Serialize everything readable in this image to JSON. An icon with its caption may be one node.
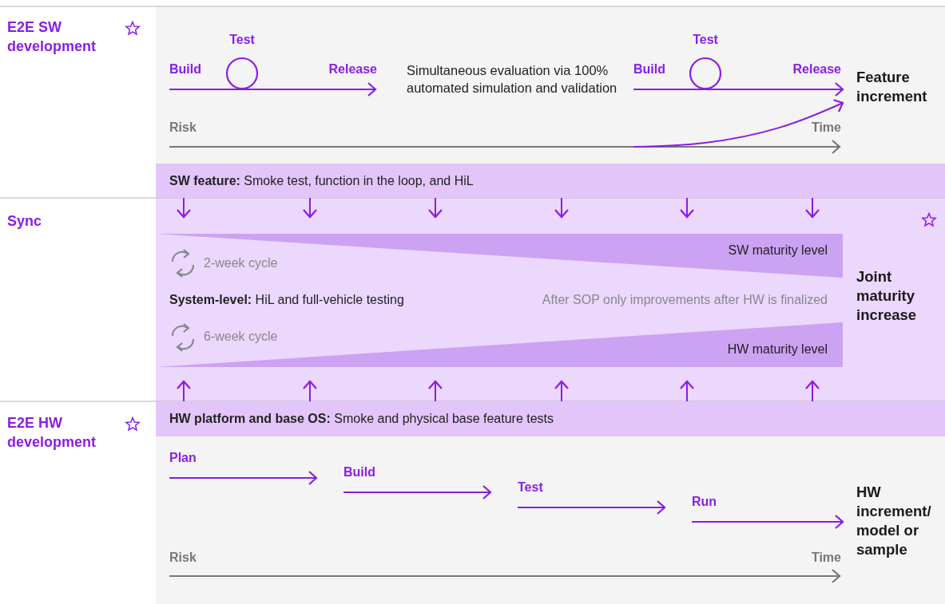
{
  "diagram": {
    "nodes": [
      {
        "text": [
          "**SW feature:** Smoke test, function in the loop, and HiL"
        ]
      },
      {
        "text": [
          "SW maturity level"
        ]
      },
      {
        "text": [
          "HW maturity level"
        ]
      },
      {
        "text": [
          "**HW platform and base OS:** Smoke and physical base feature tests"
        ]
      },
      {
        "text": [
          "Feature increment"
        ]
      },
      {
        "text": [
          "Joint maturity increase"
        ]
      },
      {
        "text": [
          "HW increment/ model or sample"
        ]
      },
      {
        "text": [
          "Test"
        ]
      },
      {
        "text": [
          "Test"
        ]
      }
    ],
    "edges": [
      {
        "from": 0,
        "to": null,
        "arrow": "to"
      },
      {
        "from": 0,
        "to": null,
        "arrow": "to"
      },
      {
        "from": 0,
        "to": null,
        "arrow": "to"
      },
      {
        "from": 0,
        "to": null,
        "arrow": "to"
      },
      {
        "from": 0,
        "to": null,
        "arrow": "to"
      },
      {
        "from": 0,
        "to": null,
        "arrow": "to"
      },
      {
        "from": 3,
        "to": 2,
        "arrow": "to"
      },
      {
        "from": 3,
        "to": 2,
        "arrow": "to"
      },
      {
        "from": 3,
        "to": 2,
        "arrow": "to"
      },
      {
        "from": 3,
        "to": 2,
        "arrow": "to"
      },
      {
        "from": 3,
        "to": 2,
        "arrow": "to"
      },
      {
        "from": 3,
        "to": 2,
        "arrow": "to"
      },
      {
        "from": null,
        "to": 4,
        "arrow": "to"
      },
      {
        "from": null,
        "to": 4,
        "arrow": "to"
      },
      {
        "from": null,
        "to": 6,
        "arrow": "to"
      }
    ],
    "labels": [
      "E2E SW development",
      "Build",
      "Release",
      "Simultaneous evaluation via 100% automated simulation and validation",
      "Build",
      "Release",
      "Risk",
      "Time",
      "Sync",
      "2-week cycle",
      "**System-level:** HiL and full-vehicle testing",
      "After SOP only improvements after HW is finalized",
      "6-week cycle",
      "E2E HW development",
      "Plan",
      "Build",
      "Test",
      "Run",
      "Risk",
      "Time"
    ]
  }
}
